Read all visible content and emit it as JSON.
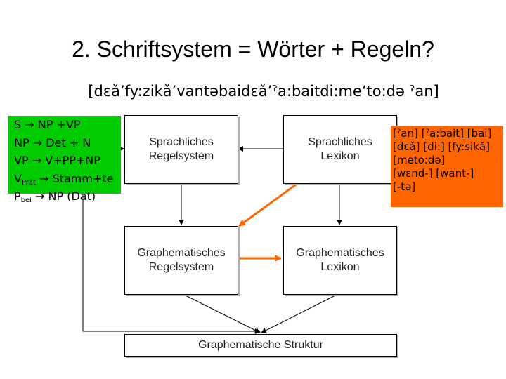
{
  "slide": {
    "title": "2. Schriftsystem = Wörter + Regeln?",
    "transcription": "[dɛǎ’fy:zikǎ’vantəbaidɛǎ’ˀa:baitdi:me‘to:də ˀan]"
  },
  "boxes": {
    "sprachliches_regelsystem": [
      "Sprachliches",
      "Regelsystem"
    ],
    "sprachliches_lexikon": [
      "Sprachliches",
      "Lexikon"
    ],
    "graphematisches_regelsystem": [
      "Graphematisches",
      "Regelsystem"
    ],
    "graphematisches_lexikon": [
      "Graphematisches",
      "Lexikon"
    ],
    "graphematische_struktur": "Graphematische Struktur"
  },
  "rules": [
    {
      "lhs": "S",
      "sub": "",
      "rhs": "NP +VP"
    },
    {
      "lhs": "NP",
      "sub": "",
      "rhs": "Det + N"
    },
    {
      "lhs": "VP",
      "sub": "",
      "rhs": "V+PP+NP"
    },
    {
      "lhs": "V",
      "sub": "Prät",
      "rhs": "Stamm+te"
    },
    {
      "lhs": "P",
      "sub": "bei",
      "rhs": "NP (Dat)"
    }
  ],
  "rule_arrow": "→",
  "lexicon_entries": [
    "[ˀan] [ˀa:bait] [bai]",
    "[dɛǎ] [di:] [fy:sikǎ]",
    "[meto:də]",
    "[wɛnd-] [want-]",
    "[-tə]"
  ],
  "colors": {
    "rules_bg": "#00cc00",
    "lexicon_bg": "#ff6600",
    "highlight_arrow": "#ff6600",
    "line": "#000000"
  }
}
